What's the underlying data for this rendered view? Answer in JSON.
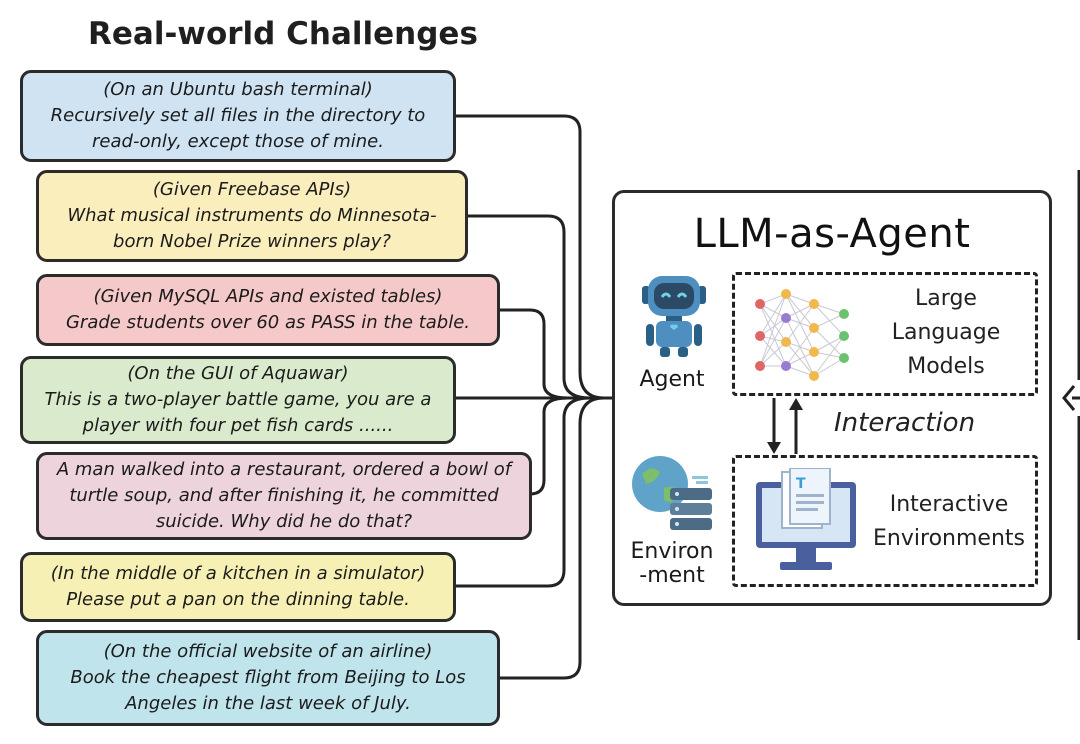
{
  "heading": "Real-world Challenges",
  "challenges": [
    {
      "context": "(On an Ubuntu bash terminal)",
      "task": "Recursively set all files in the directory to read-only, except those of mine.",
      "color": "#cfe3f3"
    },
    {
      "context": "(Given Freebase APIs)",
      "task": "What musical instruments do Minnesota-born Nobel Prize winners play?",
      "color": "#fbeebd"
    },
    {
      "context": "(Given MySQL APIs and existed tables)",
      "task": "Grade students over 60 as PASS in the table.",
      "color": "#f5c9c9"
    },
    {
      "context": "(On the GUI of Aquawar)",
      "task": "This is a two-player battle game, you are a player with four pet fish cards ......",
      "color": "#d9ebcc"
    },
    {
      "context": "",
      "task": "A man walked into a restaurant, ordered a bowl of turtle soup, and after finishing it, he committed suicide. Why did he do that?",
      "color": "#ecd3dc"
    },
    {
      "context": "(In the middle of a kitchen in a simulator)",
      "task": "Please put a pan on the dinning table.",
      "color": "#f7f0b5"
    },
    {
      "context": "(On the official website of an airline)",
      "task": "Book the cheapest flight from Beijing to Los Angeles in the last week of July.",
      "color": "#bfe4ec"
    }
  ],
  "agent_panel": {
    "title": "LLM-as-Agent",
    "agent_label": "Agent",
    "environment_label": "Environ\n-ment",
    "llm_label": "Large\nLanguage\nModels",
    "env_box_label": "Interactive\nEnvironments",
    "interaction_label": "Interaction"
  },
  "icons": {
    "agent": "robot-icon",
    "environment": "globe-server-icon",
    "llm": "neural-network-icon",
    "env_box": "computer-document-icon"
  }
}
